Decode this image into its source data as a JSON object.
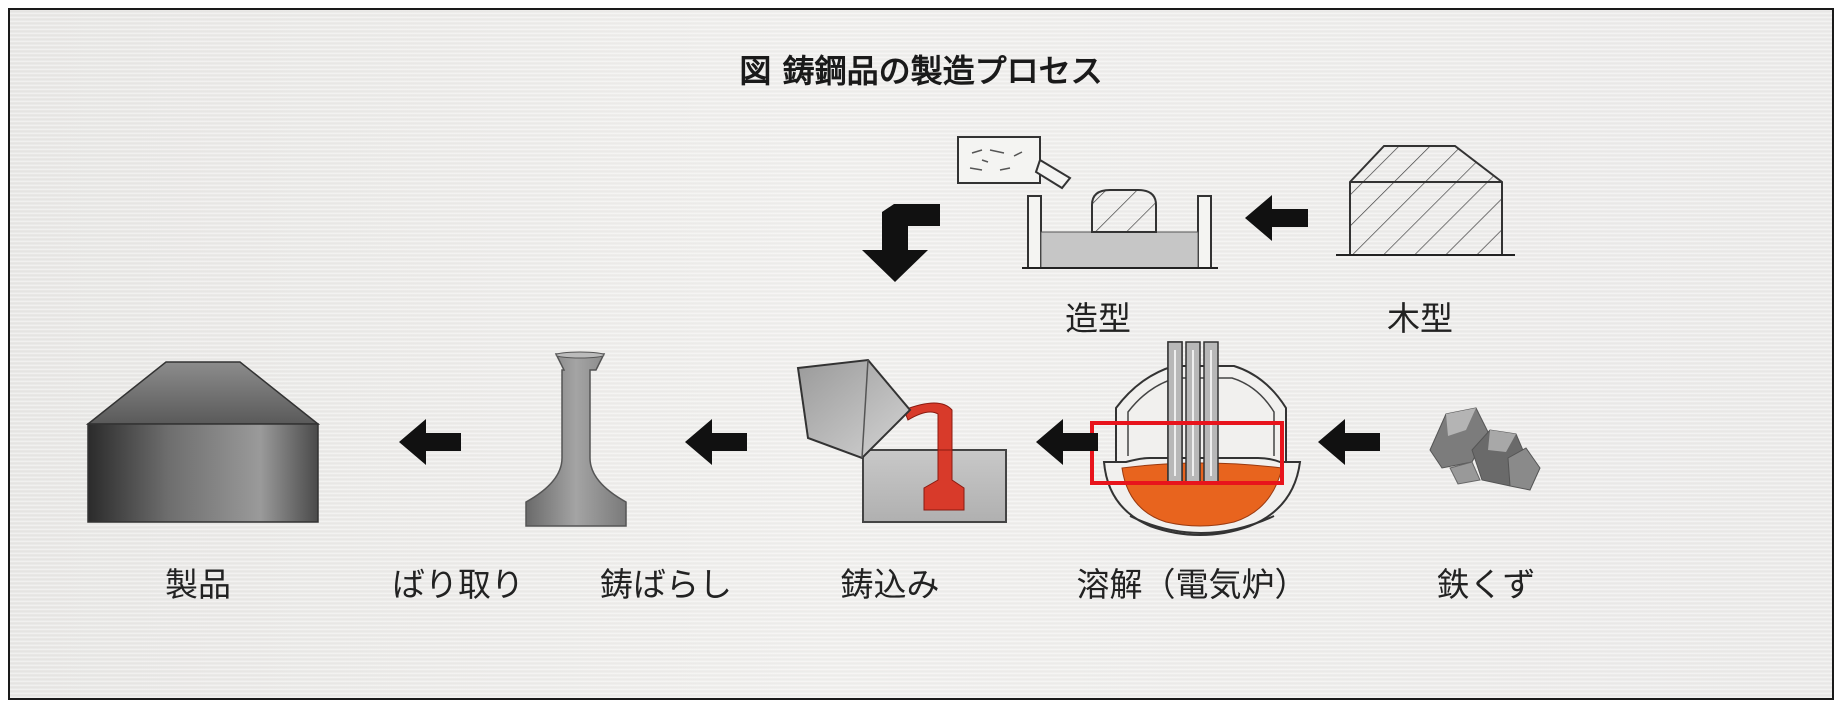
{
  "title": "図 鋳鋼品の製造プロセス",
  "steps": {
    "wooden_pattern": "木型",
    "molding": "造型",
    "scrap_iron": "鉄くず",
    "melting": "溶解（電気炉）",
    "pouring": "鋳込み",
    "shakeout": "鋳ばらし",
    "deburring": "ばり取り",
    "product": "製品"
  },
  "colors": {
    "highlight_box": "#e8141c",
    "molten_metal": "#e8641e",
    "pour_stream": "#d83a2a",
    "arrow": "#111111"
  }
}
